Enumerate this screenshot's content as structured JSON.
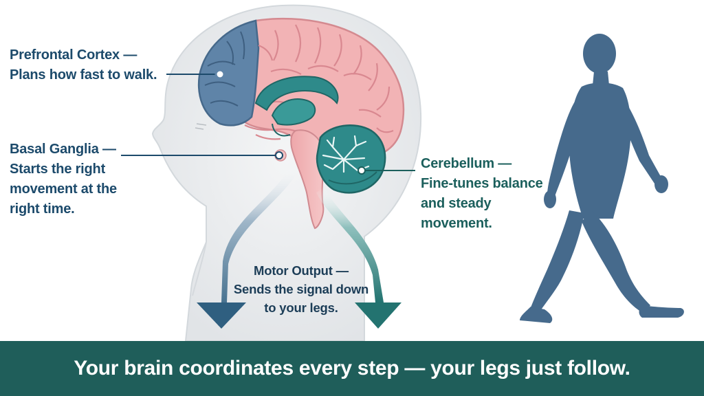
{
  "labels": {
    "prefrontal": [
      "Prefrontal Cortex —",
      "Plans how fast to walk."
    ],
    "basal": [
      "Basal Ganglia —",
      "Starts the right",
      "movement at the",
      "right time."
    ],
    "cerebellum": [
      "Cerebellum —",
      "Fine-tunes balance",
      "and steady",
      "movement."
    ],
    "motor": [
      "Motor Output —",
      "Sends the signal down",
      "to your legs."
    ]
  },
  "banner": "Your brain coordinates every step — your legs just follow.",
  "colors": {
    "head": "#e8eaec",
    "brain_pink": "#f2b3b5",
    "brain_fold": "#dc8a90",
    "prefrontal_blue": "#5f84a8",
    "teal": "#2e7f80",
    "navy_text": "#1c4a6b",
    "walker": "#466a8c",
    "banner": "#1f5e5a"
  },
  "icons": [
    "head-profile-icon",
    "brain-icon",
    "walking-person-icon",
    "down-arrow-icon"
  ]
}
